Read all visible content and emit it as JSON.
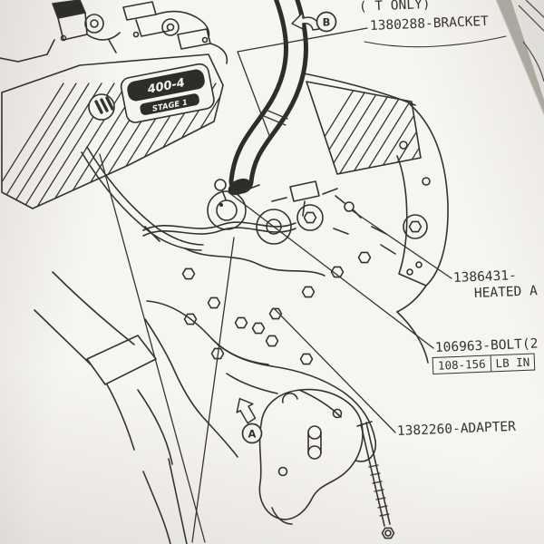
{
  "labels": {
    "top_partial": "( T ONLY)",
    "bracket": "1380288-BRACKET",
    "sensor_line1": "1386431-",
    "sensor_line2": "HEATED A",
    "bolt": "106963-BOLT(2",
    "torque_value": "108-156",
    "torque_unit": "LB IN",
    "adapter": "1382260-ADAPTER"
  },
  "valve_cover_badge": {
    "line1": "400-4",
    "line2": "STAGE 1"
  },
  "callouts": {
    "a": "A",
    "b": "B"
  },
  "colors": {
    "ink": "#35332e",
    "paper": "#f6f4f0"
  }
}
